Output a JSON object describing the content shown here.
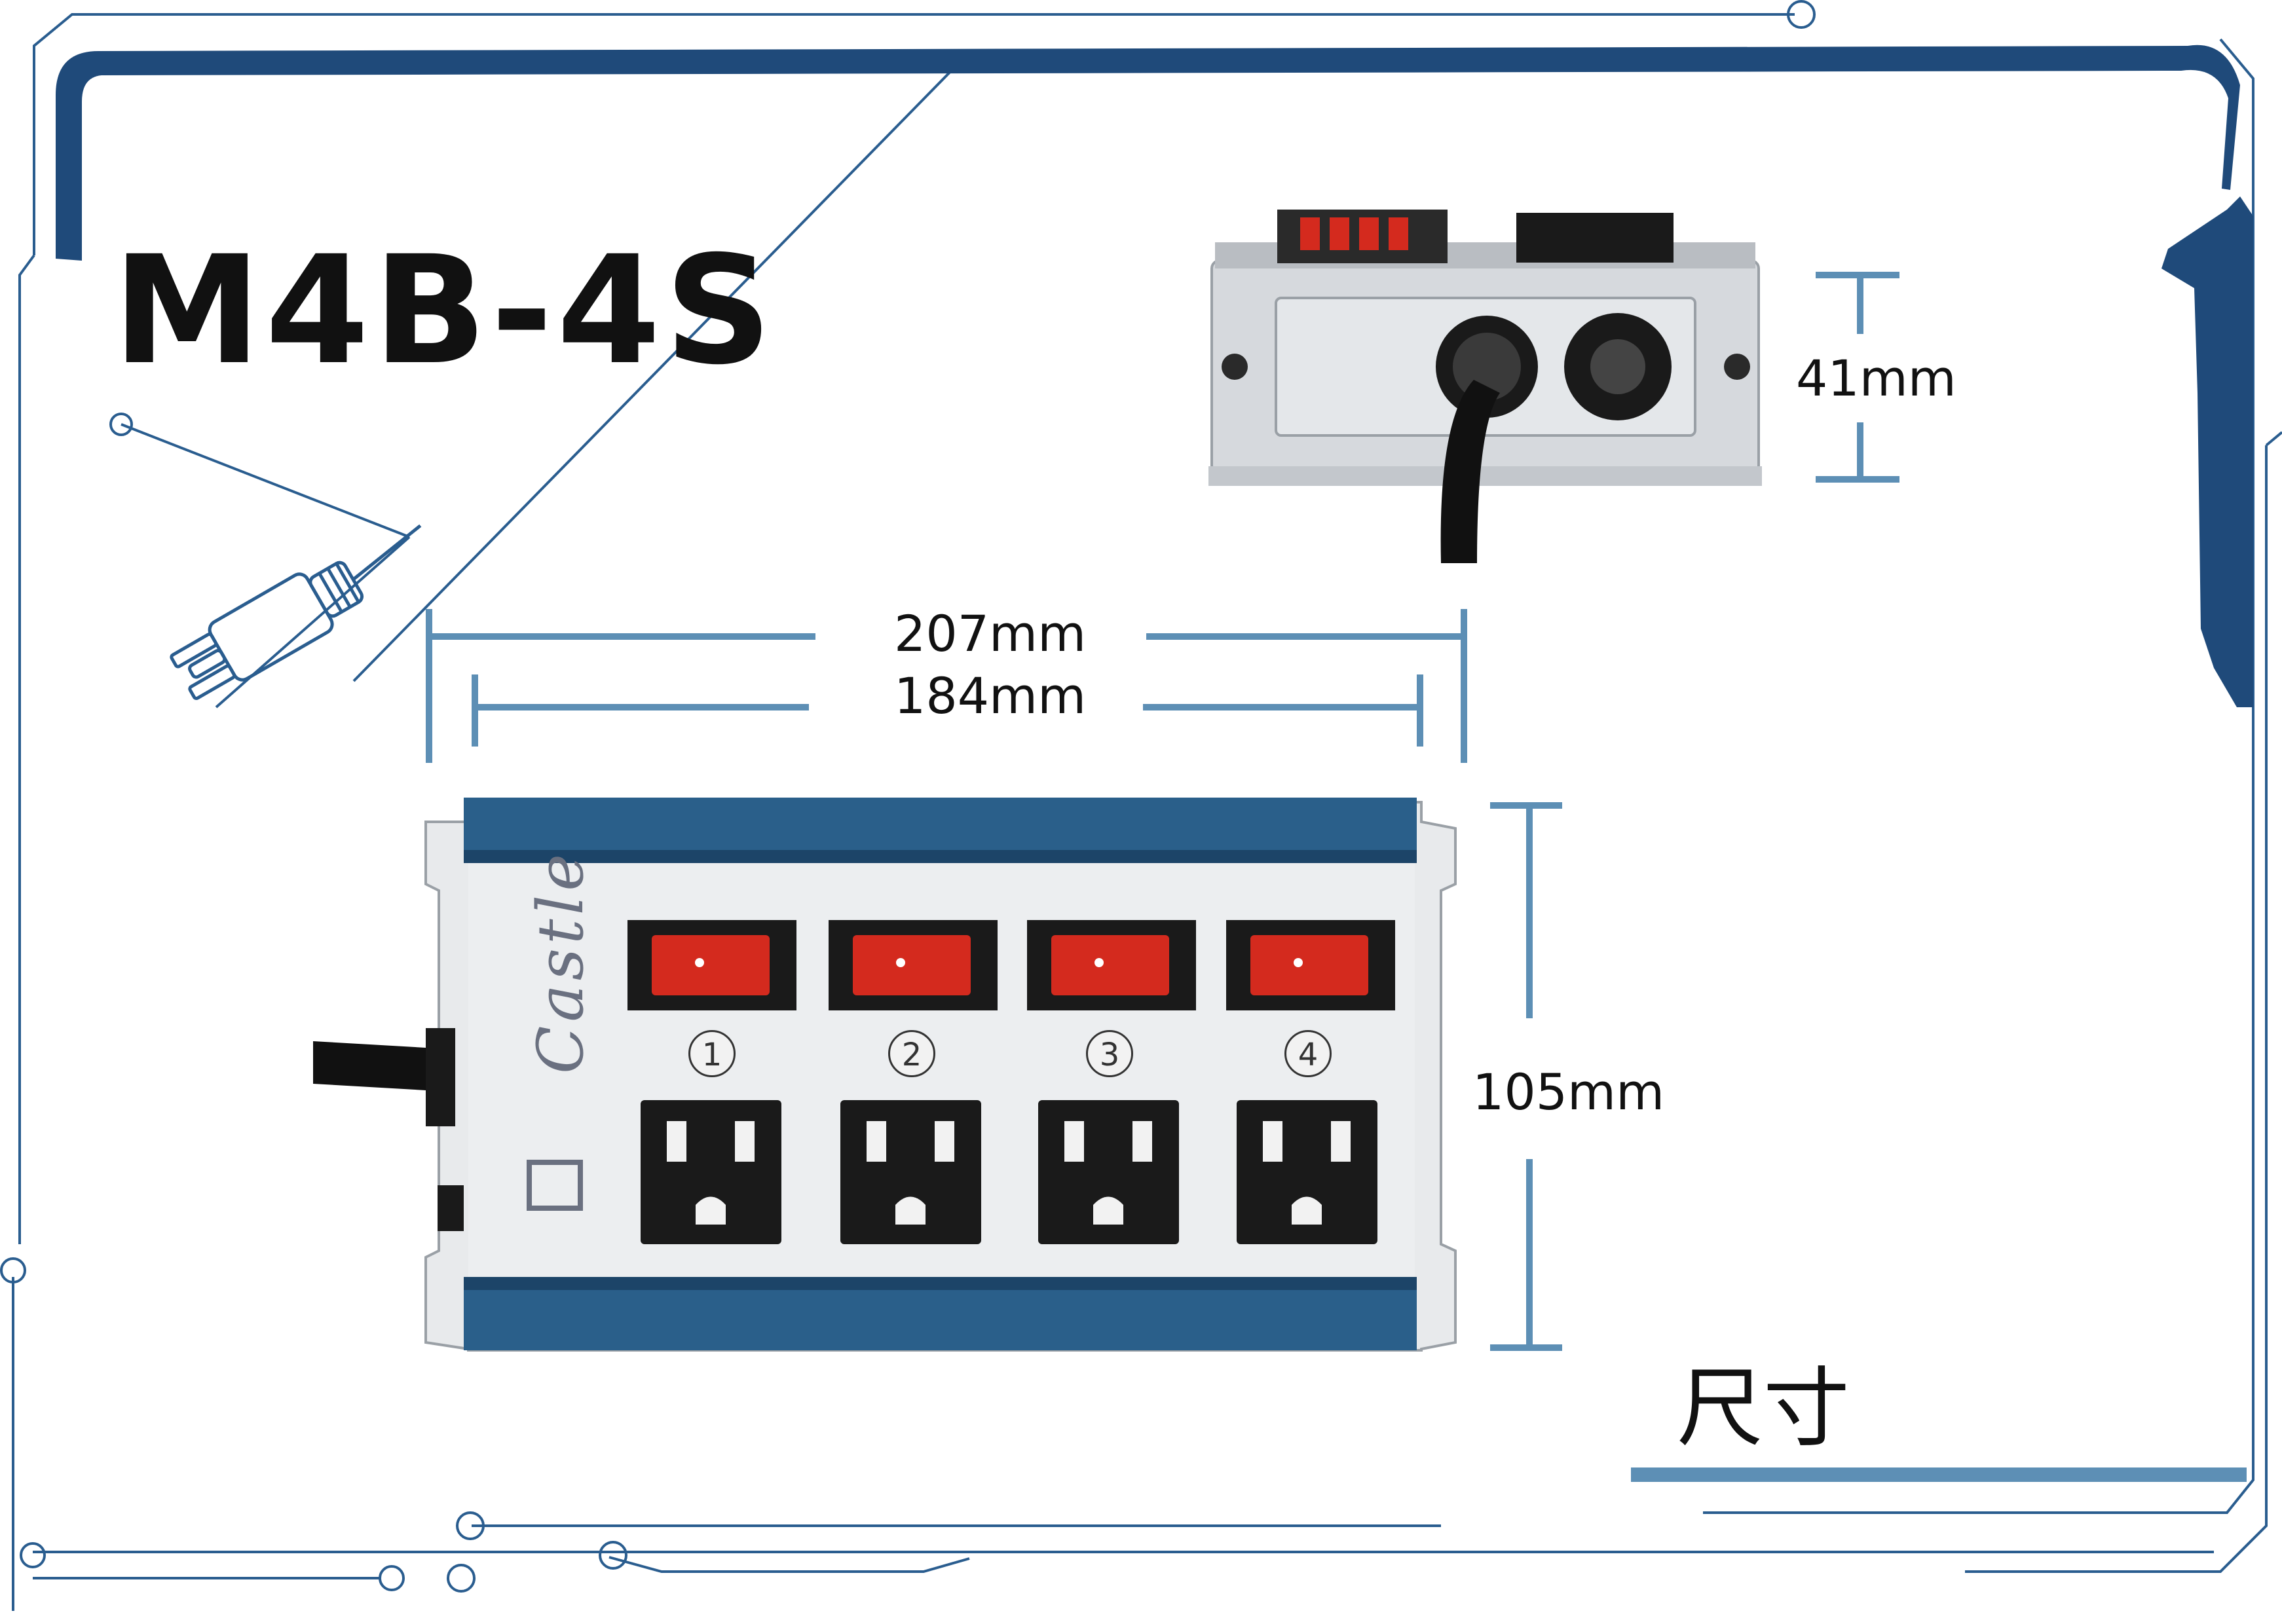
{
  "title": "M4B-4S",
  "caption": "尺寸",
  "brand": "Castle",
  "dimensions": {
    "width_outer": "207mm",
    "width_inner": "184mm",
    "height_side": "41mm",
    "depth_top": "105mm"
  },
  "outlet_numbers": [
    "1",
    "2",
    "3",
    "4"
  ],
  "colors": {
    "frame_navy": "#1f4a7a",
    "dimension_line": "#5d8fb5",
    "circuit_line": "#2a5d8f",
    "switch_red": "#d42a1e",
    "housing_silver": "#dfe2e6",
    "rail_blue": "#2a5f8a",
    "outlet_black": "#1a1a1a"
  },
  "icons": [
    "plug-icon"
  ]
}
